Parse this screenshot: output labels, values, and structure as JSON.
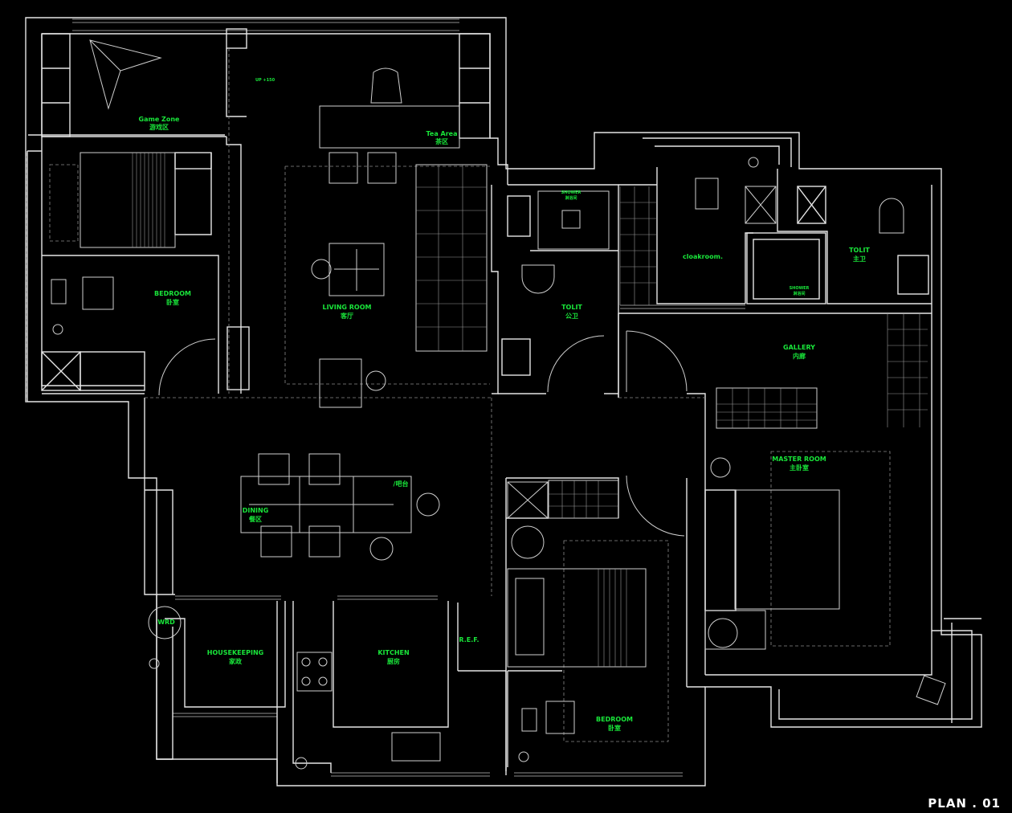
{
  "title": "PLAN . 01",
  "colors": {
    "background": "#000000",
    "walls": "#e6e6e6",
    "labels": "#19e63a"
  },
  "rooms": {
    "game_zone": {
      "en": "Game Zone",
      "cn": "游戏区"
    },
    "tea_area": {
      "en": "Tea Area",
      "cn": "茶区"
    },
    "living_room": {
      "en": "LIVING ROOM",
      "cn": "客厅"
    },
    "bedroom_nw": {
      "en": "BEDROOM",
      "cn": "卧室"
    },
    "toilet_guest": {
      "en": "TOLIT",
      "cn": "公卫"
    },
    "shower_guest": {
      "en": "SHOWER",
      "cn": "淋浴间"
    },
    "cloakroom": {
      "en": "cloakroom."
    },
    "toilet_master": {
      "en": "TOLIT",
      "cn": "主卫"
    },
    "shower_master": {
      "en": "SHOWER",
      "cn": "淋浴间"
    },
    "gallery": {
      "en": "GALLERY",
      "cn": "内廊"
    },
    "master_room": {
      "en": "MASTER ROOM",
      "cn": "主卧室"
    },
    "dining": {
      "en": "DINING",
      "cn": "餐区"
    },
    "bar": {
      "cn": "/吧台"
    },
    "wrd": {
      "en": "WRD"
    },
    "housekeeping": {
      "en": "HOUSEKEEPING",
      "cn": "家政"
    },
    "kitchen": {
      "en": "KITCHEN",
      "cn": "厨房"
    },
    "ref": {
      "en": "R.E.F."
    },
    "bedroom_s": {
      "en": "BEDROOM",
      "cn": "卧室"
    }
  },
  "annotations": {
    "up": "UP +150"
  }
}
